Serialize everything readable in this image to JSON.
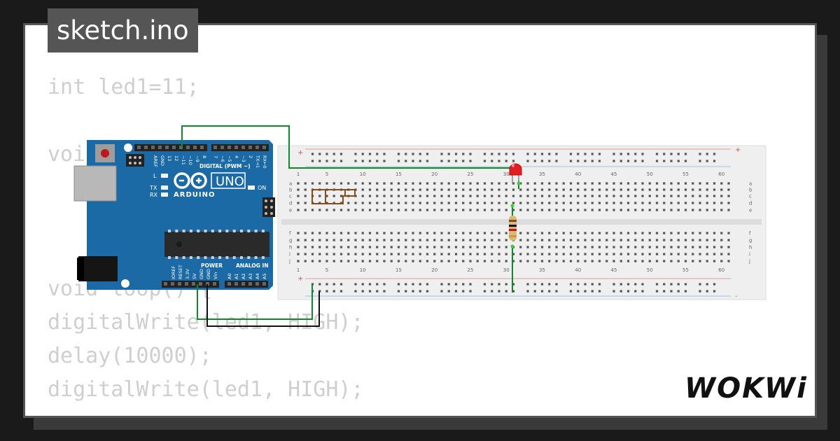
{
  "tab": {
    "filename": "sketch.ino"
  },
  "code_lines": [
    "int led1=11;",
    "",
    "void",
    "",
    "",
    "",
    "void loop() {",
    "digitalWrite(led1, HIGH);",
    "delay(10000);",
    "digitalWrite(led1, HIGH);"
  ],
  "arduino": {
    "model": "UNO",
    "brand": "ARDUINO",
    "digital_header": "DIGITAL (PWM ~)",
    "power_header": "POWER",
    "analog_header": "ANALOG IN",
    "on_label": "ON",
    "l_label": "L",
    "tx_label": "TX",
    "rx_label": "RX",
    "aref": "AREF",
    "gnd": "GND",
    "d13": "13",
    "d12": "12",
    "d11": "~11",
    "d10": "~10",
    "d9": "~9",
    "d8": "8",
    "d7": "7",
    "d6": "~6",
    "d5": "~5",
    "d4": "4",
    "d3": "~3",
    "d2": "2",
    "d1": "TX→1",
    "d0": "RX←0",
    "ioref": "IOREF",
    "reset": "RESET",
    "v33": "3.3V",
    "v5": "5V",
    "gnd1": "GND",
    "gnd2": "GND",
    "vin": "Vin",
    "a0": "A0",
    "a1": "A1",
    "a2": "A2",
    "a3": "A3",
    "a4": "A4",
    "a5": "A5"
  },
  "breadboard": {
    "column_numbers": [
      "1",
      "5",
      "10",
      "15",
      "20",
      "25",
      "30",
      "35",
      "40",
      "45",
      "50",
      "55",
      "60"
    ],
    "rows_top": [
      "a",
      "b",
      "c",
      "d",
      "e"
    ],
    "rows_bottom": [
      "f",
      "g",
      "h",
      "i",
      "j"
    ],
    "plus": "+",
    "minus": "-"
  },
  "logo": {
    "text": "WOKWi"
  },
  "colors": {
    "board_blue": "#1b6aa5",
    "wire_green": "#0f8a2a",
    "wire_black": "#111111",
    "led_red": "#e02020",
    "resistor_body": "#d9b97a",
    "breadboard": "#efefef"
  }
}
